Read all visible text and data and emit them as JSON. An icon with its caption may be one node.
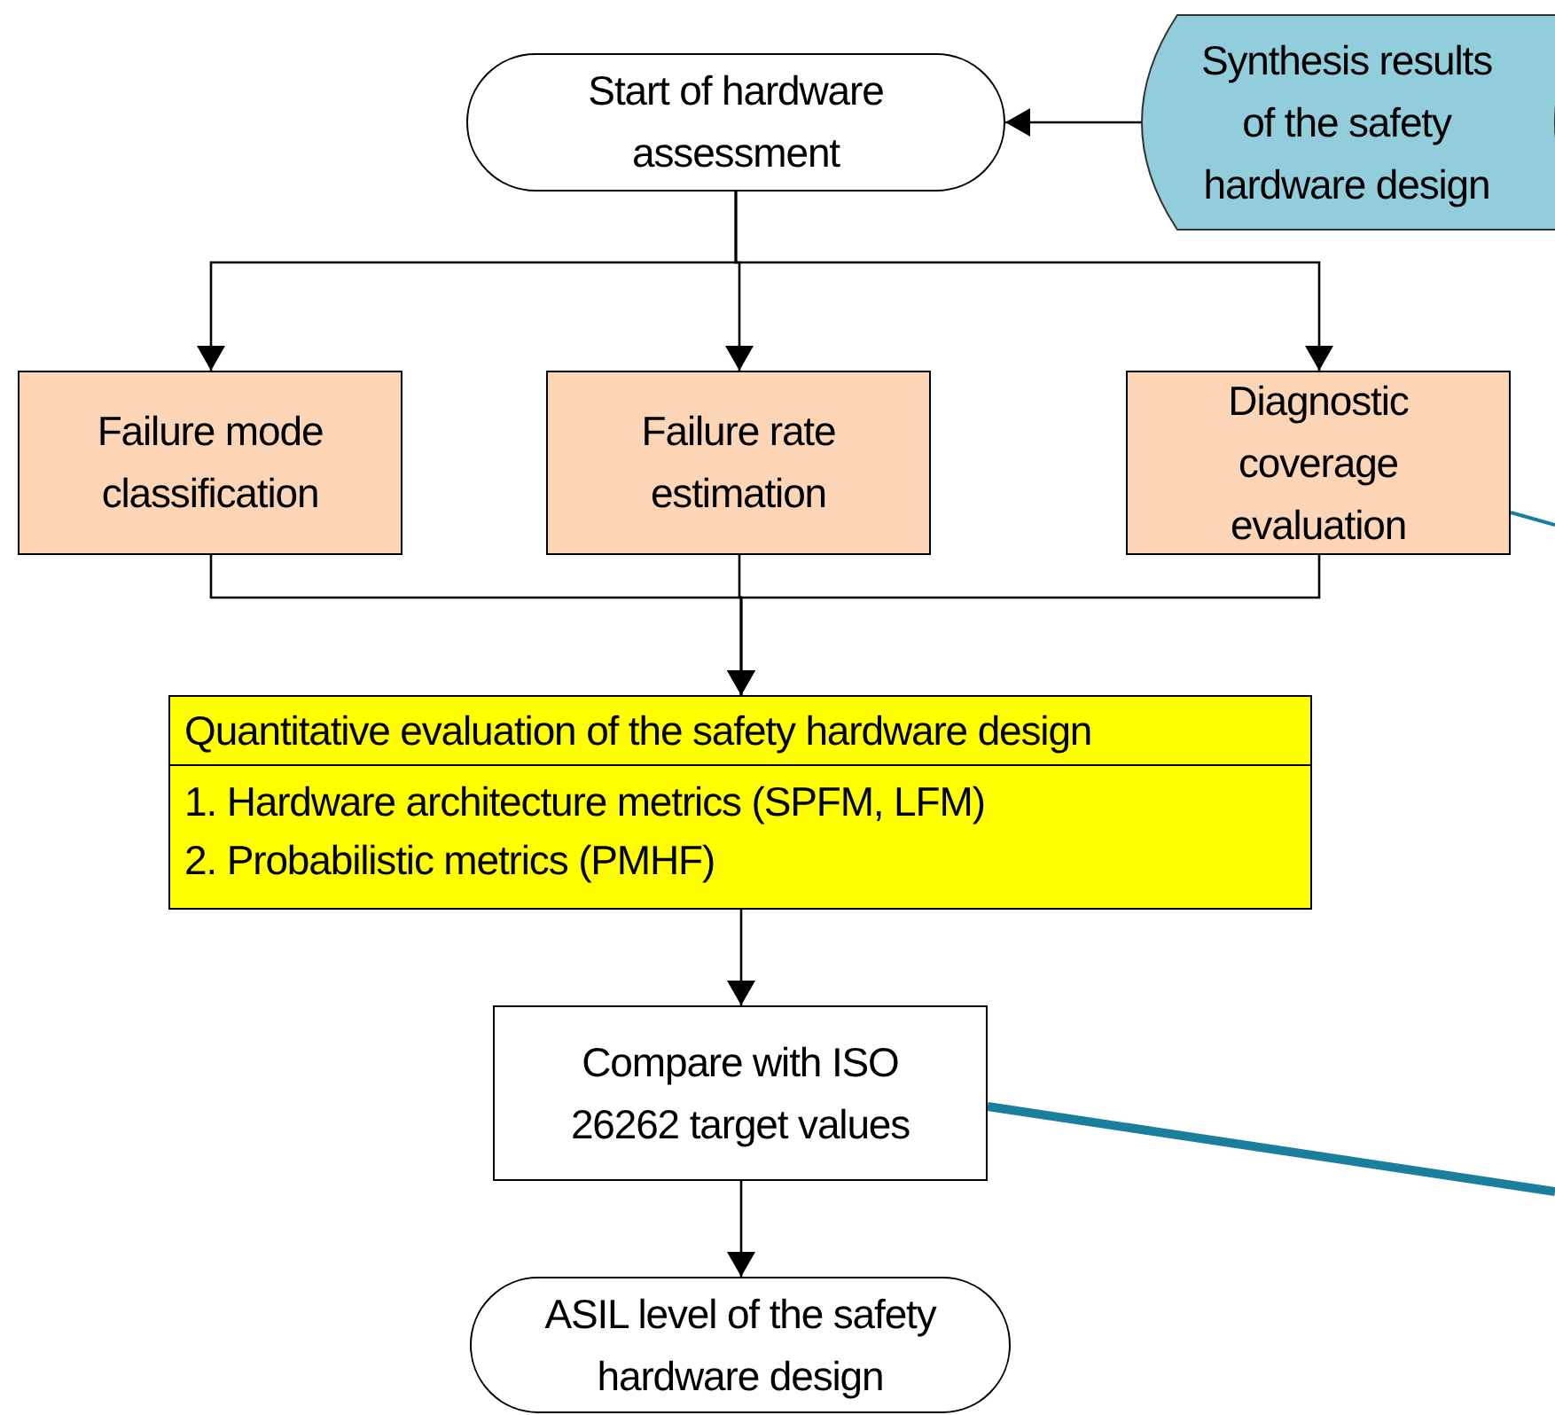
{
  "diagram": {
    "nodes": [
      {
        "text": [
          "Start of hardware assessment"
        ]
      },
      {
        "text": [
          "Synthesis results of the safety hardware design"
        ]
      },
      {
        "text": [
          "Failure mode classification"
        ]
      },
      {
        "text": [
          "Failure rate estimation"
        ]
      },
      {
        "text": [
          "Diagnostic coverage evaluation"
        ]
      },
      {
        "text": [
          "Quantitative evaluation of the safety hardware design",
          "1. Hardware architecture metrics (SPFM, LFM)",
          "2. Probabilistic metrics (PMHF)"
        ]
      },
      {
        "text": [
          "Compare with ISO 26262 target values"
        ]
      },
      {
        "text": [
          "ASIL level of the safety hardware design"
        ]
      }
    ],
    "edges": [
      {
        "from": 1,
        "to": 0,
        "arrow": "to"
      },
      {
        "from": 0,
        "to": 2,
        "arrow": "to"
      },
      {
        "from": 0,
        "to": 3,
        "arrow": "to"
      },
      {
        "from": 0,
        "to": 4,
        "arrow": "to"
      },
      {
        "from": 2,
        "to": 5,
        "arrow": "to"
      },
      {
        "from": 3,
        "to": 5,
        "arrow": "to"
      },
      {
        "from": 4,
        "to": 5,
        "arrow": "to"
      },
      {
        "from": 5,
        "to": 6,
        "arrow": "to"
      },
      {
        "from": 6,
        "to": 7,
        "arrow": "to"
      },
      {
        "from": 4,
        "to": null,
        "arrow": "none",
        "color": "#1a7f9c"
      },
      {
        "from": 6,
        "to": null,
        "arrow": "none",
        "style": "thick",
        "color": "#1a7f9c"
      }
    ]
  }
}
